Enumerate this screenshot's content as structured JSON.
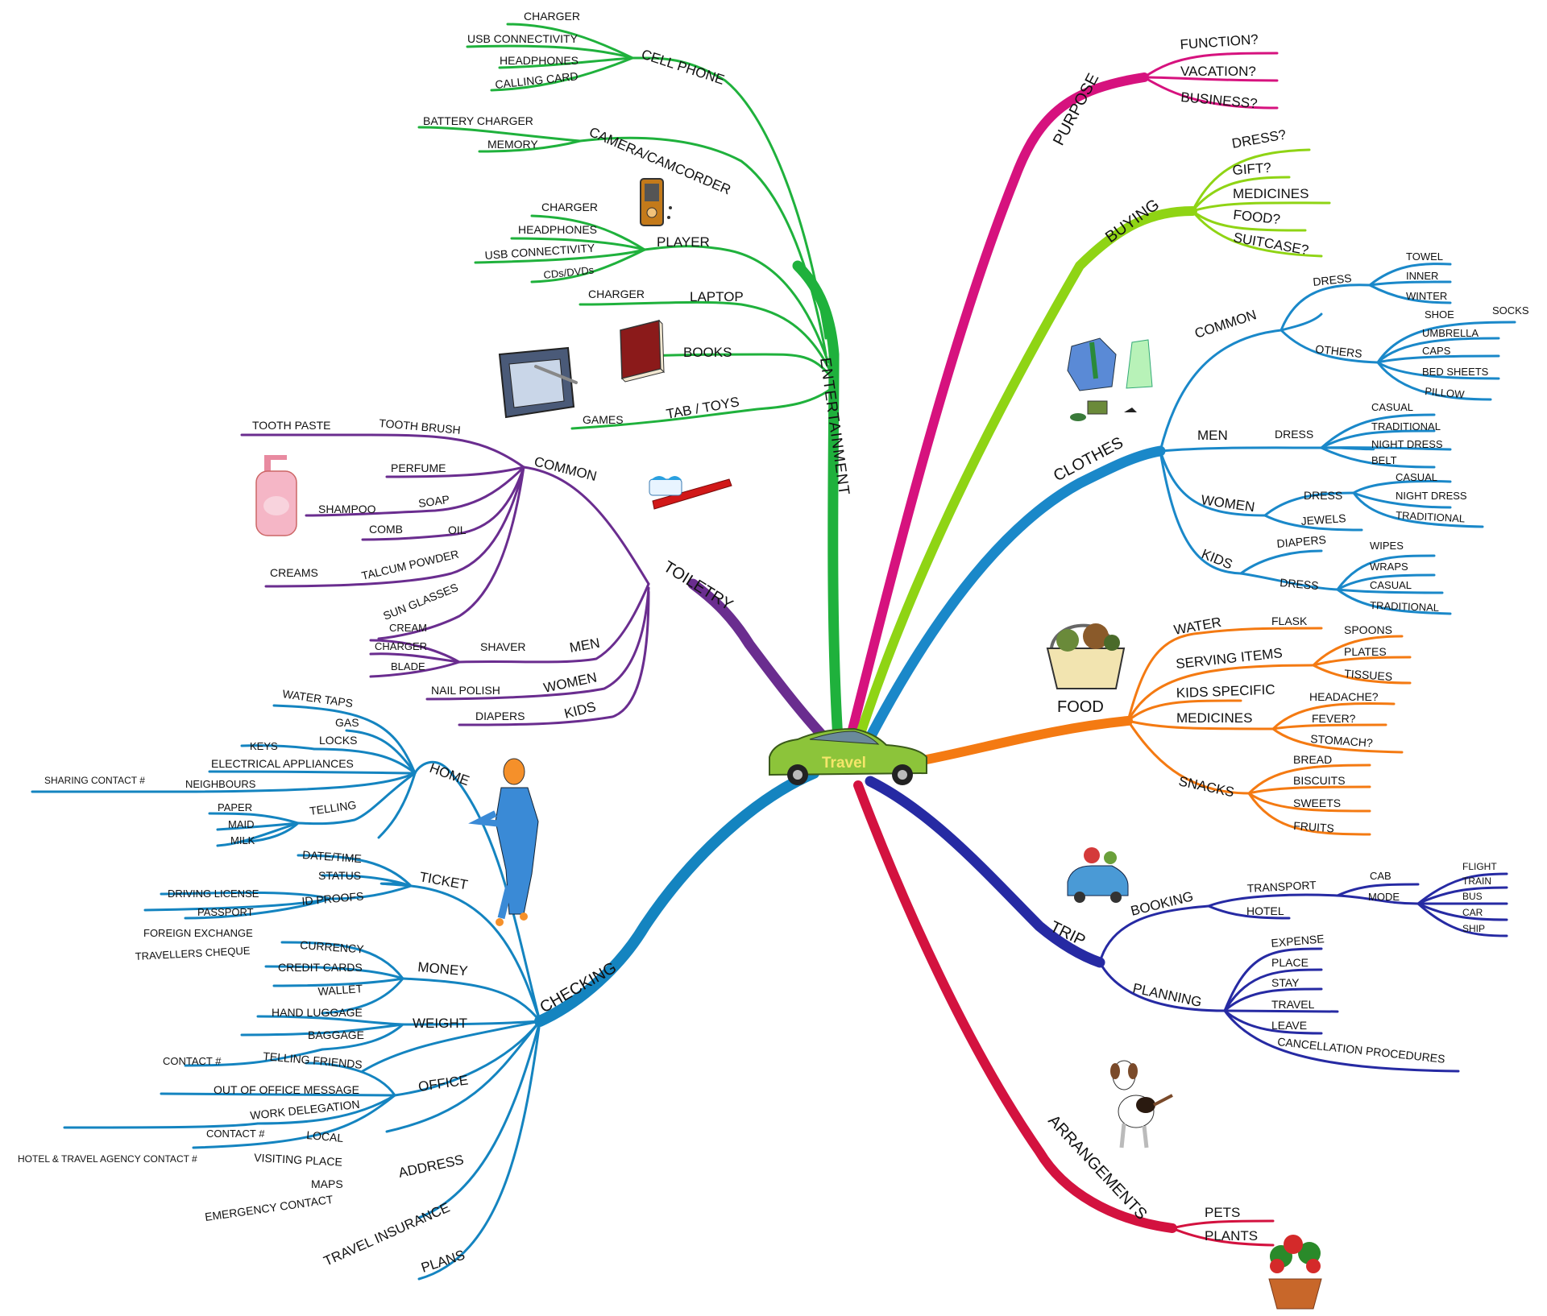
{
  "center": {
    "label": "Travel"
  },
  "colors": {
    "entertainment": "#1fb13c",
    "toiletry": "#6a2d8f",
    "checking": "#1484c0",
    "purpose": "#d6127e",
    "buying": "#8fd414",
    "clothes": "#1a88c9",
    "food": "#f47a12",
    "trip": "#262aa3",
    "arrangements": "#d3123f"
  },
  "branches": {
    "entertainment": "ENTERTAINMENT",
    "toiletry": "TOILETRY",
    "checking": "CHECKING",
    "purpose": "PURPOSE",
    "buying": "BUYING",
    "clothes": "CLOTHES",
    "food": "FOOD",
    "trip": "TRIP",
    "arrangements": "ARRANGEMENTS"
  },
  "entertainment": {
    "cell_phone": "CELL PHONE",
    "cell_items": [
      "CHARGER",
      "USB CONNECTIVITY",
      "HEADPHONES",
      "CALLING CARD"
    ],
    "camera": "CAMERA/CAMCORDER",
    "camera_items": [
      "BATTERY CHARGER",
      "MEMORY"
    ],
    "player": "PLAYER",
    "player_items": [
      "CHARGER",
      "HEADPHONES",
      "USB CONNECTIVITY",
      "CDs/DVDs"
    ],
    "laptop": "LAPTOP",
    "laptop_items": [
      "CHARGER"
    ],
    "books": "BOOKS",
    "tab_toys": "TAB / TOYS",
    "tab_items": [
      "GAMES"
    ]
  },
  "toiletry": {
    "common": "COMMON",
    "tooth_brush": "TOOTH BRUSH",
    "tooth_paste": "TOOTH PASTE",
    "perfume": "PERFUME",
    "soap": "SOAP",
    "shampoo": "SHAMPOO",
    "oil": "OIL",
    "comb": "COMB",
    "talcum": "TALCUM POWDER",
    "creams": "CREAMS",
    "sun_glasses": "SUN GLASSES",
    "men": "MEN",
    "shaver": "SHAVER",
    "shaver_items": [
      "CREAM",
      "CHARGER",
      "BLADE"
    ],
    "women": "WOMEN",
    "nail_polish": "NAIL POLISH",
    "kids": "KIDS",
    "diapers": "DIAPERS"
  },
  "checking": {
    "home": "HOME",
    "home_items": [
      "WATER TAPS",
      "GAS",
      "LOCKS",
      "ELECTRICAL APPLIANCES"
    ],
    "keys": "KEYS",
    "telling": "TELLING",
    "neighbours": "NEIGHBOURS",
    "sharing_contact": "SHARING CONTACT #",
    "telling_items": [
      "PAPER",
      "MAID",
      "MILK"
    ],
    "ticket": "TICKET",
    "ticket_items": [
      "DATE/TIME",
      "STATUS",
      "ID PROOFS"
    ],
    "id_items": [
      "DRIVING LICENSE",
      "PASSPORT"
    ],
    "money": "MONEY",
    "currency": "CURRENCY",
    "currency_items": [
      "FOREIGN EXCHANGE",
      "TRAVELLERS CHEQUE"
    ],
    "money_items": [
      "CREDIT CARDS",
      "WALLET"
    ],
    "weight": "WEIGHT",
    "weight_items": [
      "HAND LUGGAGE",
      "BAGGAGE"
    ],
    "office": "OFFICE",
    "telling_friends": "TELLING FRIENDS",
    "contact": "CONTACT #",
    "office_items": [
      "OUT OF OFFICE MESSAGE",
      "WORK DELEGATION"
    ],
    "address": "ADDRESS",
    "local": "LOCAL",
    "local_contact": "CONTACT #",
    "visiting": "VISITING PLACE",
    "hotel_contact": "HOTEL & TRAVEL AGENCY CONTACT #",
    "address_items": [
      "MAPS",
      "EMERGENCY CONTACT"
    ],
    "insurance": "TRAVEL INSURANCE",
    "plans": "PLANS"
  },
  "purpose": {
    "items": [
      "FUNCTION?",
      "VACATION?",
      "BUSINESS?"
    ]
  },
  "buying": {
    "items": [
      "DRESS?",
      "GIFT?",
      "MEDICINES",
      "FOOD?",
      "SUITCASE?"
    ]
  },
  "clothes": {
    "common": "COMMON",
    "dress": "DRESS",
    "dress_items": [
      "TOWEL",
      "INNER",
      "WINTER"
    ],
    "others": "OTHERS",
    "shoe": "SHOE",
    "socks": "SOCKS",
    "others_items": [
      "UMBRELLA",
      "CAPS",
      "BED SHEETS",
      "PILLOW"
    ],
    "men": "MEN",
    "men_dress": "DRESS",
    "men_items": [
      "CASUAL",
      "TRADITIONAL",
      "NIGHT DRESS",
      "BELT"
    ],
    "women": "WOMEN",
    "women_dress": "DRESS",
    "women_items": [
      "CASUAL",
      "NIGHT DRESS",
      "TRADITIONAL"
    ],
    "jewels": "JEWELS",
    "kids": "KIDS",
    "kids_diapers": "DIAPERS",
    "kids_dress": "DRESS",
    "kids_items": [
      "WIPES",
      "WRAPS",
      "CASUAL",
      "TRADITIONAL"
    ]
  },
  "food": {
    "water": "WATER",
    "flask": "FLASK",
    "serving": "SERVING ITEMS",
    "serving_items": [
      "SPOONS",
      "PLATES",
      "TISSUES"
    ],
    "kids": "KIDS SPECIFIC",
    "medicines": "MEDICINES",
    "medicine_items": [
      "HEADACHE?",
      "FEVER?",
      "STOMACH?"
    ],
    "snacks": "SNACKS",
    "snack_items": [
      "BREAD",
      "BISCUITS",
      "SWEETS",
      "FRUITS"
    ]
  },
  "trip": {
    "booking": "BOOKING",
    "transport": "TRANSPORT",
    "cab": "CAB",
    "mode": "MODE",
    "mode_items": [
      "FLIGHT",
      "TRAIN",
      "BUS",
      "CAR",
      "SHIP"
    ],
    "hotel": "HOTEL",
    "planning": "PLANNING",
    "planning_items": [
      "EXPENSE",
      "PLACE",
      "STAY",
      "TRAVEL",
      "LEAVE",
      "CANCELLATION PROCEDURES"
    ]
  },
  "arrangements": {
    "items": [
      "PETS",
      "PLANTS"
    ]
  }
}
